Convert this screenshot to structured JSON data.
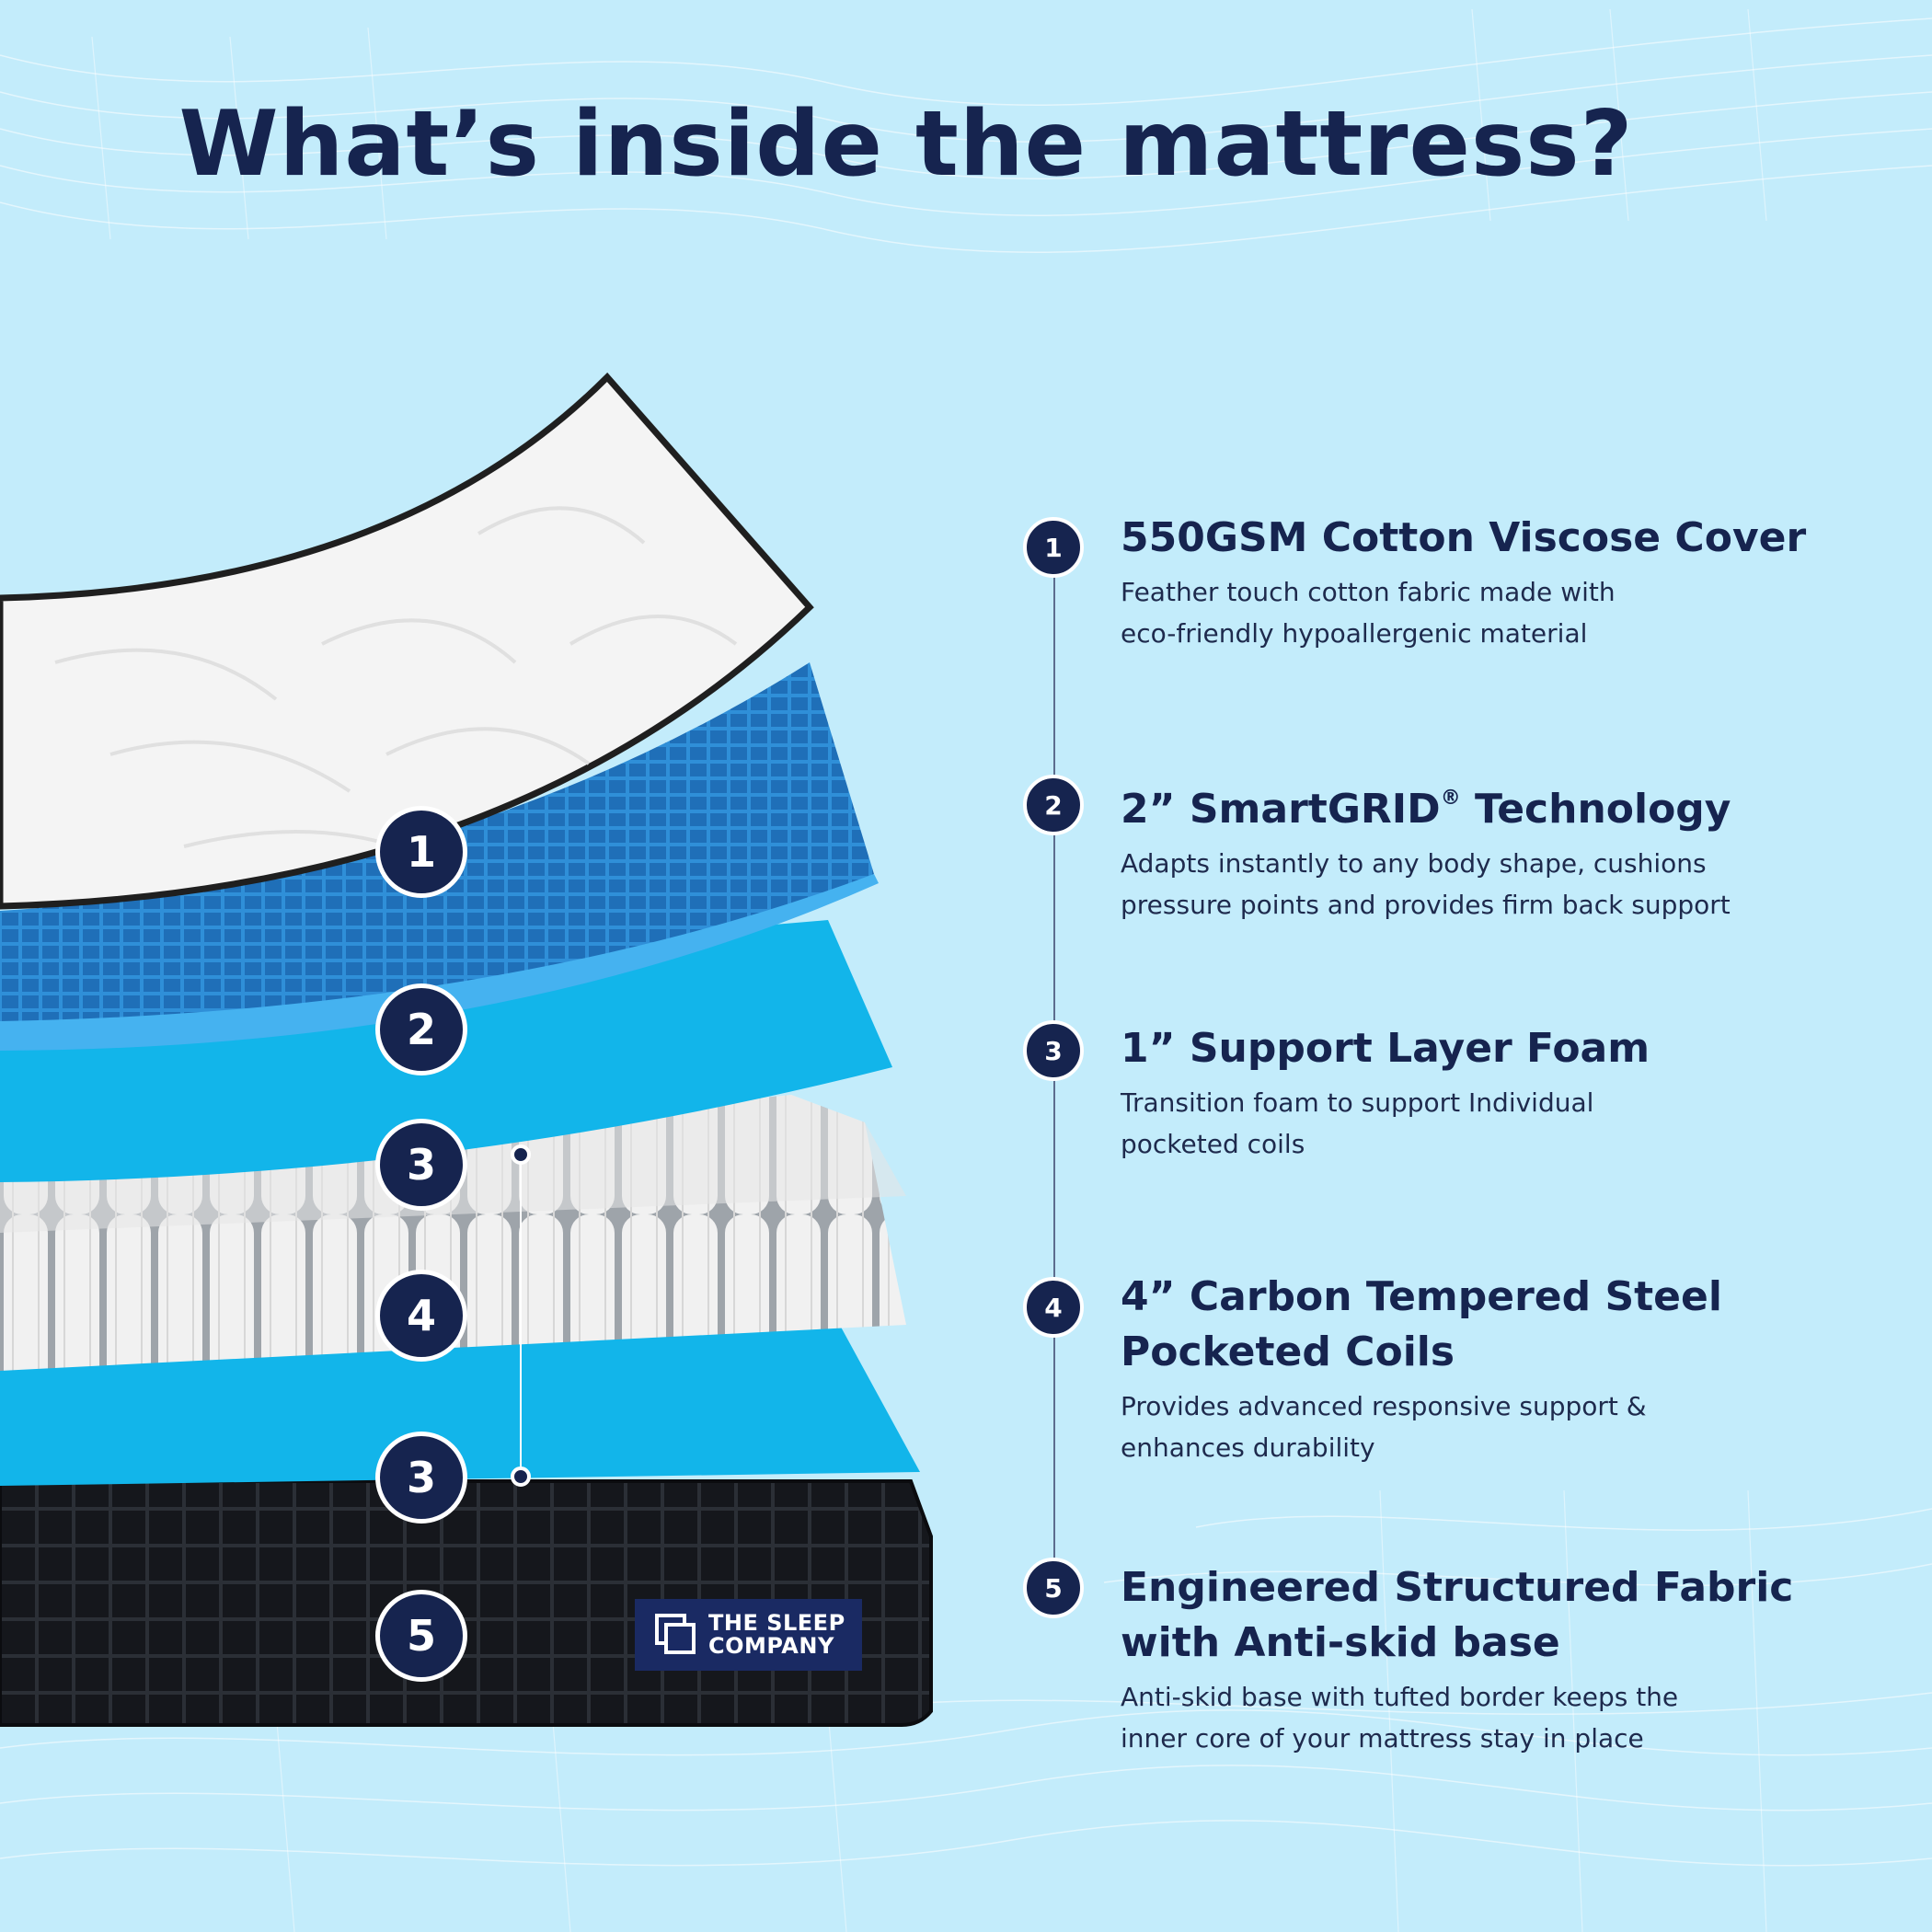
{
  "page": {
    "title": "What’s inside the mattress?"
  },
  "brand": {
    "name": "THE SLEEP\nCOMPANY"
  },
  "layer_badges": [
    "1",
    "2",
    "3",
    "4",
    "3",
    "5"
  ],
  "specs": [
    {
      "number": "1",
      "title": "550GSM Cotton Viscose Cover",
      "description": "Feather touch cotton fabric made with\neco-friendly hypoallergenic material"
    },
    {
      "number": "2",
      "title_main": "2” SmartGRID",
      "title_mark": "®",
      "title_end": " Technology",
      "description": "Adapts instantly to any body shape, cushions\npressure points and provides firm back support"
    },
    {
      "number": "3",
      "title": "1” Support Layer Foam",
      "description": "Transition foam to support Individual\npocketed coils"
    },
    {
      "number": "4",
      "title": "4” Carbon Tempered Steel\nPocketed Coils",
      "description": "Provides advanced responsive support &\nenhances durability"
    },
    {
      "number": "5",
      "title": "Engineered Structured Fabric\nwith Anti-skid base",
      "description": "Anti-skid base with tufted border keeps the\ninner core of your mattress stay in place"
    }
  ],
  "colors": {
    "background": "#c3ecfb",
    "navy": "#16244f",
    "grid_blue": "#2f8fd8",
    "foam_cyan": "#12b5ea",
    "coil_white": "#f2f2f2",
    "base_black": "#16181d"
  }
}
